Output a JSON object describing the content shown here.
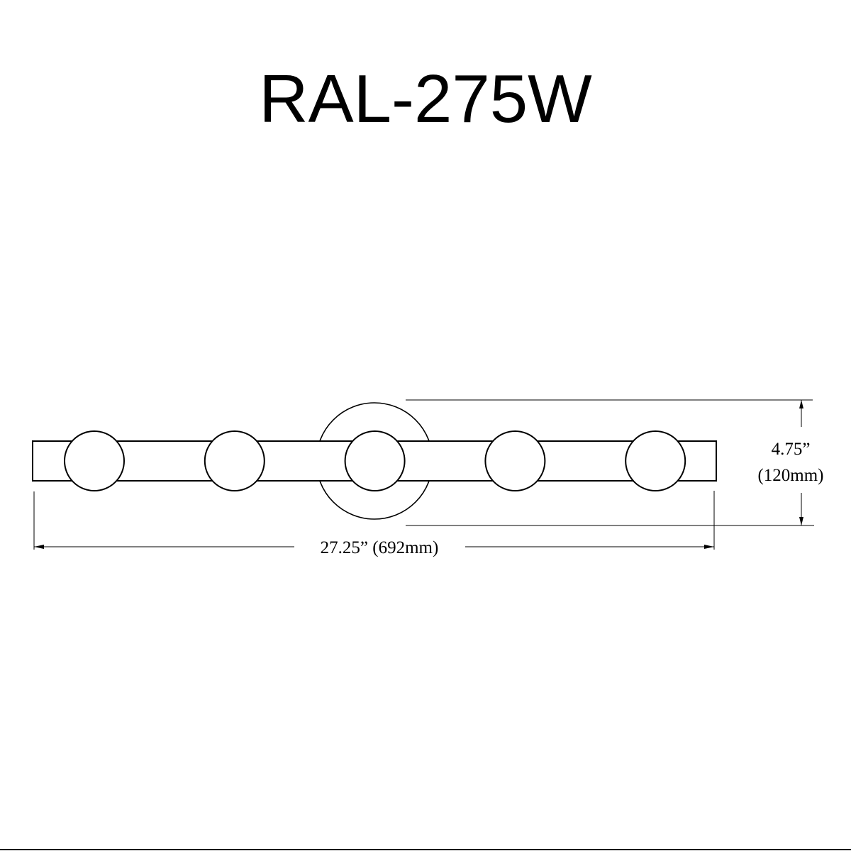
{
  "title": "RAL-275W",
  "dimensions": {
    "width_label": "27.25” (692mm)",
    "height_label_in": "4.75”",
    "height_label_mm": "(120mm)"
  },
  "fixture": {
    "bulb_count": 5
  }
}
